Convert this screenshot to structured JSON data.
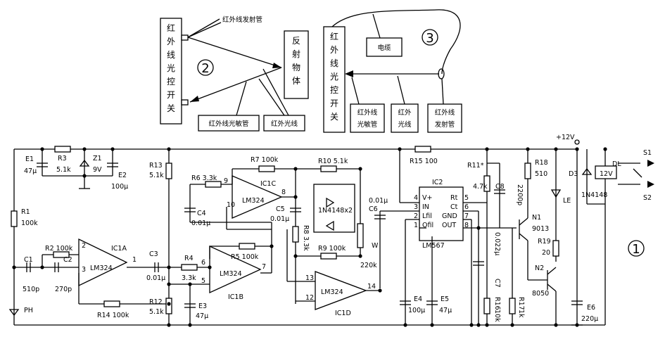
{
  "diagram2": {
    "number": "2",
    "switch_label": "红外线光控开关",
    "emitter_label": "红外线发射管",
    "reflector_label": "反射物体",
    "receiver_label": "红外线光敏管",
    "ray_label": "红外光线"
  },
  "diagram3": {
    "number": "3",
    "switch_label": "红外线光控开关",
    "cable_label": "电缆",
    "receiver_line1": "红外线",
    "receiver_line2": "光敏管",
    "ray_line1": "红外",
    "ray_line2": "光线",
    "emitter_line1": "红外线",
    "emitter_line2": "发射管"
  },
  "main": {
    "number": "1",
    "labels": [
      {
        "id": "e1",
        "t": "E1"
      },
      {
        "id": "e1v",
        "t": "47μ"
      },
      {
        "id": "r3",
        "t": "R3"
      },
      {
        "id": "r3v",
        "t": "5.1k"
      },
      {
        "id": "z1",
        "t": "Z1"
      },
      {
        "id": "z1v",
        "t": "9V"
      },
      {
        "id": "e2",
        "t": "E2"
      },
      {
        "id": "e2v",
        "t": "100μ"
      },
      {
        "id": "r1",
        "t": "R1"
      },
      {
        "id": "r1v",
        "t": "100k"
      },
      {
        "id": "c1",
        "t": "C1"
      },
      {
        "id": "c1v",
        "t": "510p"
      },
      {
        "id": "r2",
        "t": "R2 100k"
      },
      {
        "id": "c2",
        "t": "C2"
      },
      {
        "id": "c2v",
        "t": "270p"
      },
      {
        "id": "ic1a",
        "t": "IC1A"
      },
      {
        "id": "lm1",
        "t": "LM324"
      },
      {
        "id": "r14",
        "t": "R14  100k"
      },
      {
        "id": "ph",
        "t": "PH"
      },
      {
        "id": "r13",
        "t": "R13"
      },
      {
        "id": "r13v",
        "t": "5.1k"
      },
      {
        "id": "c3",
        "t": "C3"
      },
      {
        "id": "c3v",
        "t": "0.01μ"
      },
      {
        "id": "r12",
        "t": "R12"
      },
      {
        "id": "r12v",
        "t": "5.1k"
      },
      {
        "id": "e3",
        "t": "E3"
      },
      {
        "id": "e3v",
        "t": "47μ"
      },
      {
        "id": "r4",
        "t": "R4"
      },
      {
        "id": "r4v",
        "t": "3.3k"
      },
      {
        "id": "r5",
        "t": "R5  100k"
      },
      {
        "id": "lm2",
        "t": "LM324"
      },
      {
        "id": "ic1b",
        "t": "IC1B"
      },
      {
        "id": "r6",
        "t": "R6  3.3k"
      },
      {
        "id": "c4",
        "t": "C4"
      },
      {
        "id": "c4v",
        "t": "0.01μ"
      },
      {
        "id": "r7",
        "t": "R7  100k"
      },
      {
        "id": "ic1c",
        "t": "IC1C"
      },
      {
        "id": "lm3",
        "t": "LM324"
      },
      {
        "id": "c5",
        "t": "C5"
      },
      {
        "id": "c5v",
        "t": "0.01μ"
      },
      {
        "id": "r8",
        "t": "R8"
      },
      {
        "id": "r8v",
        "t": "3.3k"
      },
      {
        "id": "r10",
        "t": "R10  5.1k"
      },
      {
        "id": "dio",
        "t": "1N4148x2"
      },
      {
        "id": "c6",
        "t": "C6"
      },
      {
        "id": "c6v",
        "t": "0.01μ"
      },
      {
        "id": "r9",
        "t": "R9   100k"
      },
      {
        "id": "w",
        "t": "W"
      },
      {
        "id": "wv",
        "t": "220k"
      },
      {
        "id": "lm4",
        "t": "LM324"
      },
      {
        "id": "ic1d",
        "t": "IC1D"
      },
      {
        "id": "r15",
        "t": "R15  100"
      },
      {
        "id": "ic2",
        "t": "IC2"
      },
      {
        "id": "vp",
        "t": "V+"
      },
      {
        "id": "in",
        "t": "IN"
      },
      {
        "id": "lf",
        "t": "Lfil"
      },
      {
        "id": "of",
        "t": "Ofil"
      },
      {
        "id": "rt",
        "t": "Rt"
      },
      {
        "id": "ct",
        "t": "Ct"
      },
      {
        "id": "gnd",
        "t": "GND"
      },
      {
        "id": "out",
        "t": "OUT"
      },
      {
        "id": "lm567",
        "t": "LM567"
      },
      {
        "id": "e4",
        "t": "E4"
      },
      {
        "id": "e4v",
        "t": "100μ"
      },
      {
        "id": "e5",
        "t": "E5"
      },
      {
        "id": "e5v",
        "t": "47μ"
      },
      {
        "id": "r11",
        "t": "R11*"
      },
      {
        "id": "r11v",
        "t": "4.7k"
      },
      {
        "id": "c8",
        "t": "C8"
      },
      {
        "id": "c8v",
        "t": "2200p"
      },
      {
        "id": "c7v",
        "t": "0.022μ"
      },
      {
        "id": "c7",
        "t": "C7"
      },
      {
        "id": "r16",
        "t": "R16"
      },
      {
        "id": "r16v",
        "t": "10k"
      },
      {
        "id": "r17",
        "t": "R17"
      },
      {
        "id": "r17v",
        "t": "1k"
      },
      {
        "id": "r18",
        "t": "R18"
      },
      {
        "id": "r18v",
        "t": "510"
      },
      {
        "id": "le",
        "t": "LE"
      },
      {
        "id": "n1",
        "t": "N1"
      },
      {
        "id": "n1v",
        "t": "9013"
      },
      {
        "id": "r19",
        "t": "R19"
      },
      {
        "id": "r19v",
        "t": "20"
      },
      {
        "id": "n2",
        "t": "N2"
      },
      {
        "id": "n2v",
        "t": "8050"
      },
      {
        "id": "e6",
        "t": "E6"
      },
      {
        "id": "e6v",
        "t": "220μ"
      },
      {
        "id": "v12",
        "t": "+12V"
      },
      {
        "id": "d3",
        "t": "D3"
      },
      {
        "id": "d3v",
        "t": "1N4148"
      },
      {
        "id": "dl",
        "t": "DL"
      },
      {
        "id": "v12r",
        "t": "12V"
      },
      {
        "id": "s1",
        "t": "S1"
      },
      {
        "id": "s2",
        "t": "S2"
      },
      {
        "id": "p1",
        "t": "1"
      },
      {
        "id": "p2",
        "t": "2"
      },
      {
        "id": "p3",
        "t": "3"
      },
      {
        "id": "p5",
        "t": "5"
      },
      {
        "id": "p6",
        "t": "6"
      },
      {
        "id": "p7",
        "t": "7"
      },
      {
        "id": "p8",
        "t": "8"
      },
      {
        "id": "p9",
        "t": "9"
      },
      {
        "id": "p10",
        "t": "10"
      },
      {
        "id": "p12",
        "t": "12"
      },
      {
        "id": "p13",
        "t": "13"
      },
      {
        "id": "p14",
        "t": "14"
      },
      {
        "id": "q3",
        "t": "3"
      },
      {
        "id": "q4",
        "t": "4"
      },
      {
        "id": "q2",
        "t": "2"
      },
      {
        "id": "q1",
        "t": "1"
      },
      {
        "id": "q5",
        "t": "5"
      },
      {
        "id": "q6",
        "t": "6"
      },
      {
        "id": "q7",
        "t": "7"
      },
      {
        "id": "q8",
        "t": "8"
      }
    ]
  }
}
